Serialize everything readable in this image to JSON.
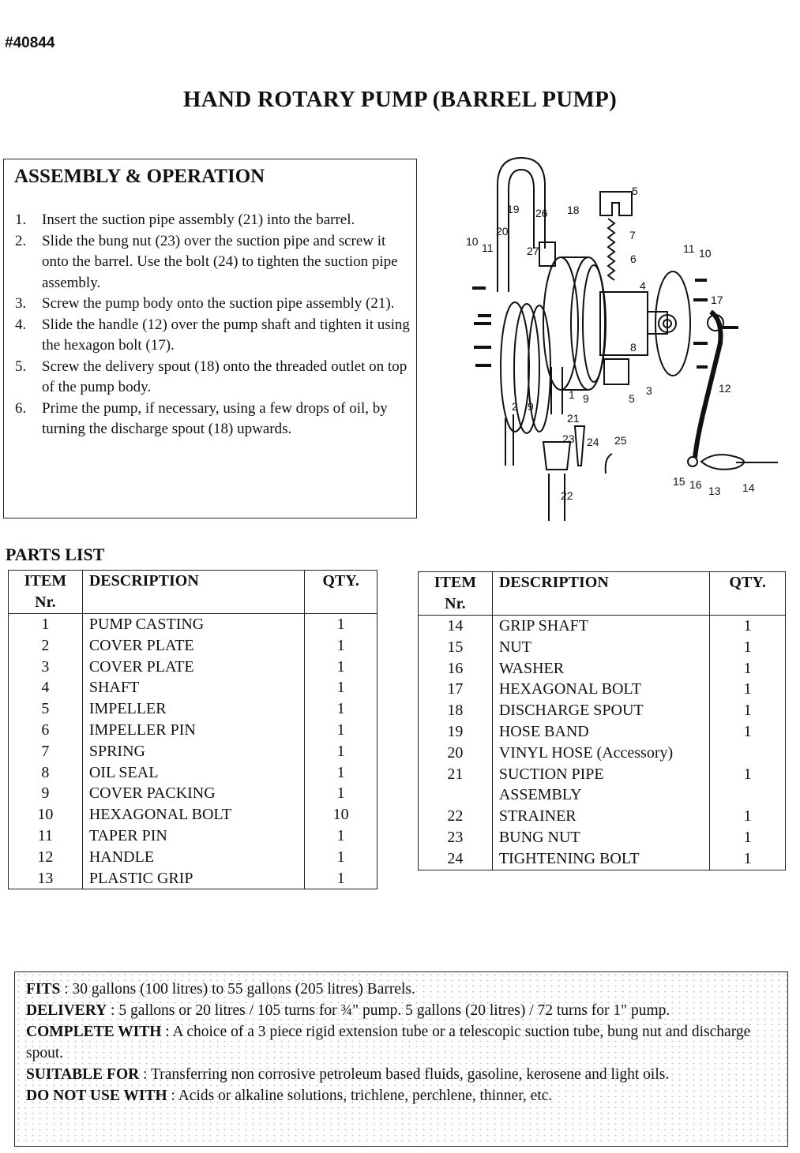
{
  "doc": {
    "code": "#40844",
    "title": "HAND ROTARY PUMP (BARREL PUMP)"
  },
  "assembly": {
    "heading": "ASSEMBLY & OPERATION",
    "steps": [
      {
        "n": "1.",
        "text": "Insert the suction pipe assembly (21) into the barrel."
      },
      {
        "n": "2.",
        "text": "Slide the bung nut (23) over the suction pipe and screw it onto the barrel. Use the bolt (24) to tighten the suction pipe assembly."
      },
      {
        "n": "3.",
        "text": "Screw the pump body onto the suction pipe assembly (21)."
      },
      {
        "n": "4.",
        "text": "Slide the handle (12) over the pump shaft and tighten it using the hexagon bolt (17)."
      },
      {
        "n": "5.",
        "text": "Screw the delivery spout (18) onto the threaded outlet on top of the pump body."
      },
      {
        "n": "6.",
        "text": "Prime the pump, if necessary, using a few drops of oil, by turning the discharge spout (18) upwards."
      }
    ]
  },
  "diagram": {
    "labels": [
      "19",
      "26",
      "18",
      "5",
      "20",
      "10",
      "11",
      "27",
      "7",
      "6",
      "11",
      "10",
      "4",
      "17",
      "8",
      "2",
      "9",
      "1",
      "9",
      "5",
      "3",
      "12",
      "21",
      "23",
      "24",
      "25",
      "22",
      "15",
      "16",
      "13",
      "14"
    ]
  },
  "parts": {
    "heading": "PARTS LIST",
    "headers": {
      "item": "ITEM",
      "item2": "Nr.",
      "description": "DESCRIPTION",
      "qty": "QTY."
    },
    "left": [
      {
        "item": "1",
        "description": "PUMP CASTING",
        "qty": "1"
      },
      {
        "item": "2",
        "description": "COVER PLATE",
        "qty": "1"
      },
      {
        "item": "3",
        "description": "COVER PLATE",
        "qty": "1"
      },
      {
        "item": "4",
        "description": "SHAFT",
        "qty": "1"
      },
      {
        "item": "5",
        "description": "IMPELLER",
        "qty": "1"
      },
      {
        "item": "6",
        "description": "IMPELLER PIN",
        "qty": "1"
      },
      {
        "item": "7",
        "description": "SPRING",
        "qty": "1"
      },
      {
        "item": "8",
        "description": "OIL SEAL",
        "qty": "1"
      },
      {
        "item": "9",
        "description": "COVER PACKING",
        "qty": "1"
      },
      {
        "item": "10",
        "description": "HEXAGONAL BOLT",
        "qty": "10"
      },
      {
        "item": "11",
        "description": "TAPER PIN",
        "qty": "1"
      },
      {
        "item": "12",
        "description": "HANDLE",
        "qty": "1"
      },
      {
        "item": "13",
        "description": "PLASTIC GRIP",
        "qty": "1"
      }
    ],
    "right": [
      {
        "item": "14",
        "description": "GRIP SHAFT",
        "qty": "1"
      },
      {
        "item": "15",
        "description": "NUT",
        "qty": "1"
      },
      {
        "item": "16",
        "description": "WASHER",
        "qty": "1"
      },
      {
        "item": "17",
        "description": "HEXAGONAL BOLT",
        "qty": "1"
      },
      {
        "item": "18",
        "description": "DISCHARGE SPOUT",
        "qty": "1"
      },
      {
        "item": "19",
        "description": "HOSE BAND",
        "qty": "1"
      },
      {
        "item": "20",
        "description": "VINYL HOSE (Accessory)",
        "qty": ""
      },
      {
        "item": "21",
        "description": "SUCTION PIPE",
        "qty": "1"
      },
      {
        "item": "",
        "description": "ASSEMBLY",
        "qty": ""
      },
      {
        "item": "22",
        "description": "STRAINER",
        "qty": "1"
      },
      {
        "item": "23",
        "description": "BUNG NUT",
        "qty": "1"
      },
      {
        "item": "24",
        "description": "TIGHTENING BOLT",
        "qty": "1"
      }
    ]
  },
  "specs": {
    "fits_label": "FITS",
    "fits_text": " : 30 gallons (100 litres) to 55 gallons (205 litres) Barrels.",
    "delivery_label": "DELIVERY",
    "delivery_text": " : 5 gallons or 20 litres / 105 turns for ¾\" pump. 5 gallons (20 litres) / 72 turns for 1\" pump.",
    "complete_label": "COMPLETE WITH",
    "complete_text": " : A choice of a 3 piece rigid extension tube or a telescopic suction tube, bung nut and discharge spout.",
    "suitable_label": "SUITABLE FOR",
    "suitable_text": " : Transferring non corrosive petroleum based fluids, gasoline, kerosene and light oils.",
    "donot_label": "DO NOT USE WITH",
    "donot_text": " : Acids or alkaline solutions, trichlene, perchlene, thinner, etc."
  }
}
